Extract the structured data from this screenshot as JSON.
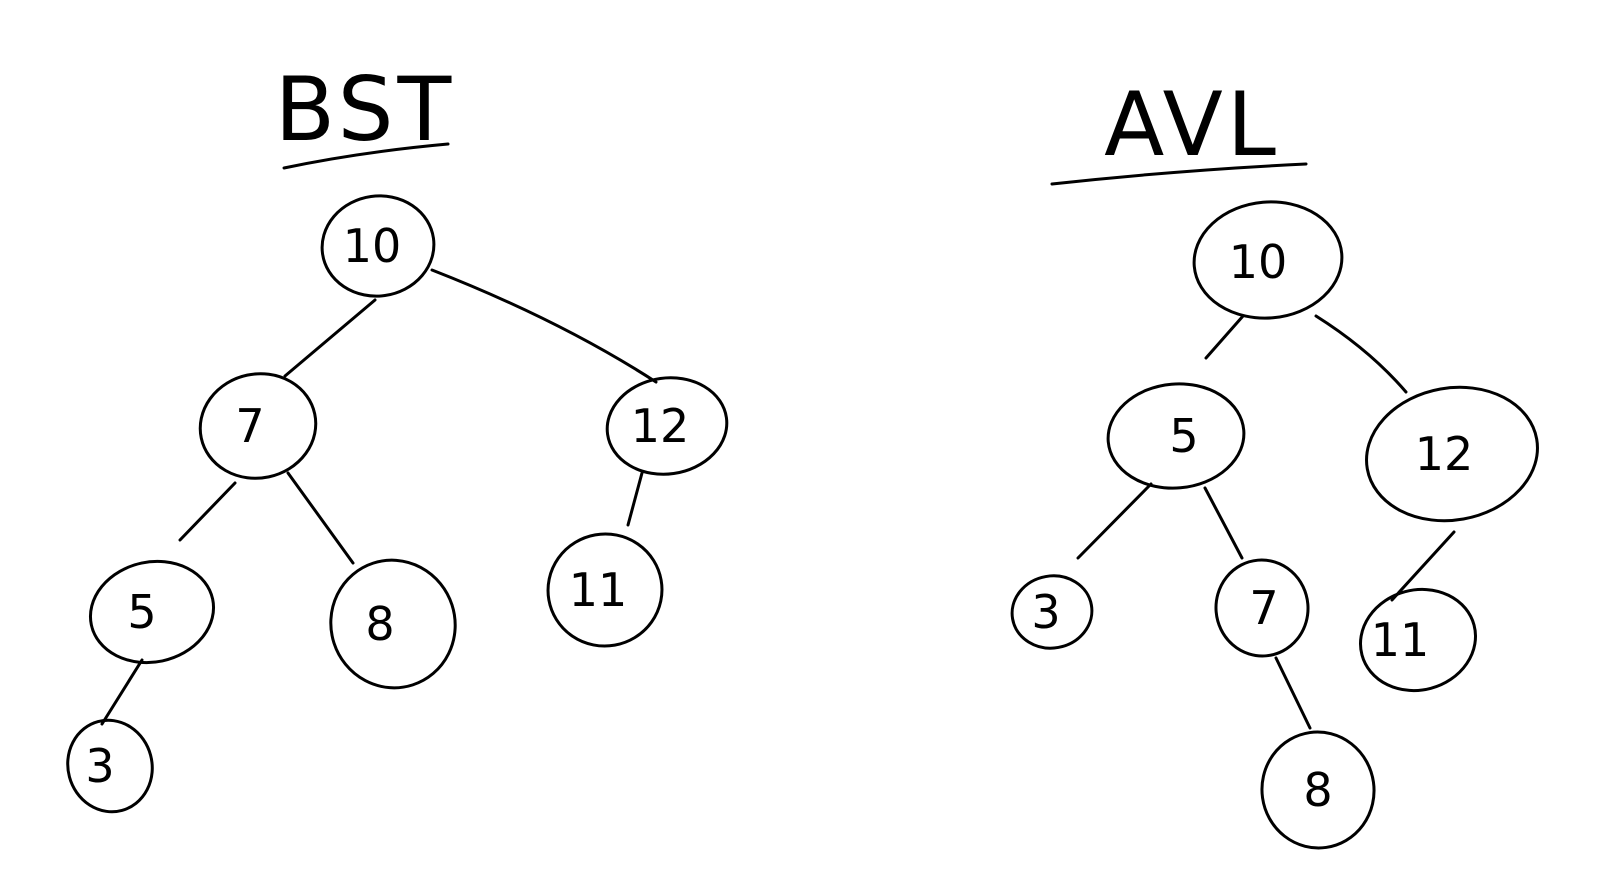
{
  "bst": {
    "title": "BST",
    "nodes": {
      "n10": "10",
      "n7": "7",
      "n12": "12",
      "n5": "5",
      "n8": "8",
      "n11": "11",
      "n3": "3"
    }
  },
  "avl": {
    "title": "AVL",
    "nodes": {
      "n10": "10",
      "n5": "5",
      "n12": "12",
      "n3": "3",
      "n7": "7",
      "n11": "11",
      "n8": "8"
    }
  },
  "colors": {
    "ink": "#000000",
    "background": "#ffffff"
  }
}
